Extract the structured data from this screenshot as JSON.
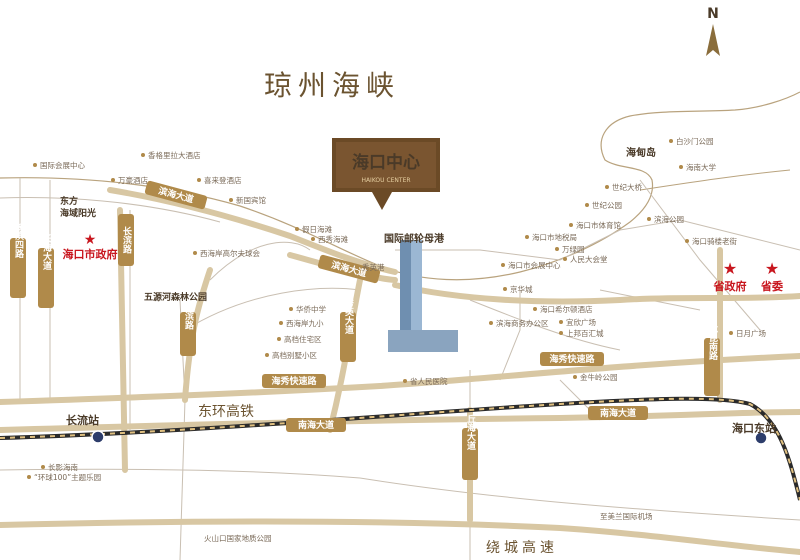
{
  "sea": {
    "name": "琼州海峡"
  },
  "compass": {
    "north": "N"
  },
  "logo": {
    "cn": "海口中心",
    "en": "HAIKOU CENTER"
  },
  "roads": {
    "binhai_1": "滨海大道",
    "binhai_2": "滨海大道",
    "changbin": "长滨路",
    "changbin_4": "长滨四路",
    "changhai": "长海大道",
    "changbin_west": "长滨路",
    "xiuying": "秀英大道",
    "haixiu_w": "海秀快速路",
    "haixiu_e": "海秀快速路",
    "nanhai_w": "南海大道",
    "nanhai_e": "南海大道",
    "qiuhai": "丘海大道",
    "longkun": "龙昆南路"
  },
  "labels": {
    "donghuan": "东环高铁",
    "raocheng": "绕城高速",
    "changliu": "长流站",
    "haikou_east": "海口东站",
    "port": "国际邮轮母港",
    "haidian": "海甸岛",
    "wuyuan": "五源河森林公园",
    "dongfang": "东方\n海域阳光",
    "volcano": "火山口国家地质公园",
    "airport": "至美兰国际机场"
  },
  "gov": {
    "city": "海口市政府",
    "province": "省政府",
    "committee": "省委"
  },
  "pois": [
    "国际会展中心",
    "万豪酒店",
    "香格里拉大酒店",
    "喜来登酒店",
    "新国宾馆",
    "假日海滩",
    "西秀海滩",
    "西海岸高尔夫球会",
    "秀英港",
    "华侨中学",
    "西海岸九小",
    "高档住宅区",
    "高档别墅小区",
    "省人民医院",
    "京华城",
    "滨海商务办公区",
    "海口希尔顿酒店",
    "宜欣广场",
    "上邦百汇城",
    "金牛岭公园",
    "海口市会展中心",
    "万绿园",
    "人民大会堂",
    "海口市地税局",
    "海口市体育馆",
    "世纪公园",
    "世纪大桥",
    "滨海公园",
    "海口骑楼老街",
    "白沙门公园",
    "海南大学",
    "日月广场",
    "长影海南",
    "“环球100”主题乐园"
  ]
}
